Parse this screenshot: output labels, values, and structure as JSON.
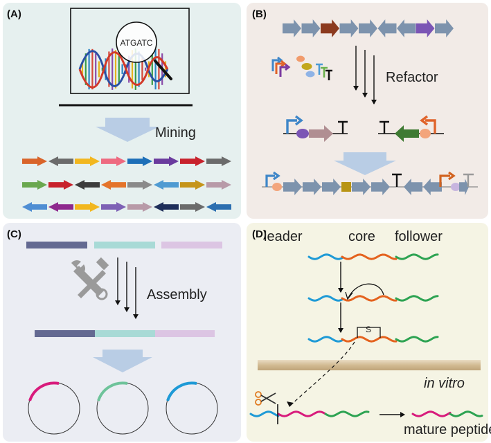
{
  "panels": {
    "a": {
      "label": "(A)",
      "magnifier_text": "ATGATC",
      "step_label": "Mining",
      "rows": [
        [
          [
            "r",
            "#d9642a"
          ],
          [
            "l",
            "#6b6b6b"
          ],
          [
            "r",
            "#f2b71f"
          ],
          [
            "r",
            "#ee6a80"
          ],
          [
            "r",
            "#1d6fb8"
          ],
          [
            "r",
            "#6a3b9e"
          ],
          [
            "r",
            "#c8222c"
          ],
          [
            "r",
            "#6b6b6b"
          ]
        ],
        [
          [
            "r",
            "#6aa84f"
          ],
          [
            "r",
            "#c8222c"
          ],
          [
            "l",
            "#3d3d3d"
          ],
          [
            "l",
            "#e4742b"
          ],
          [
            "r",
            "#8a8a8a"
          ],
          [
            "l",
            "#4f9bd2"
          ],
          [
            "r",
            "#c5951a"
          ],
          [
            "r",
            "#b89aa8"
          ]
        ],
        [
          [
            "l",
            "#4f8ed3"
          ],
          [
            "l",
            "#8e2a8e"
          ],
          [
            "r",
            "#f2b71f"
          ],
          [
            "r",
            "#7e61b5"
          ],
          [
            "r",
            "#b89aa8"
          ],
          [
            "l",
            "#1f2f5a"
          ],
          [
            "r",
            "#6b6b6b"
          ],
          [
            "l",
            "#2c6fb0"
          ]
        ]
      ]
    },
    "b": {
      "label": "(B)",
      "step_label": "Refactor"
    },
    "c": {
      "label": "(C)",
      "step_label": "Assembly"
    },
    "d": {
      "label": "(D)",
      "leader_label": "leader",
      "core_label": "core",
      "follower_label": "follower",
      "sulfur_label": "S",
      "in_vitro_label": "in vitro",
      "product_label": "mature peptide"
    }
  },
  "colors": {
    "panel_a_bg": "#e6f0ef",
    "panel_b_bg": "#f2ebe7",
    "panel_c_bg": "#ebedf3",
    "panel_d_bg": "#f5f4e4",
    "gene_blue_grey": "#7d93ad",
    "leader": "#1e9ad6",
    "core": "#e4621e",
    "follower": "#2da352",
    "modified_core": "#d81b7c",
    "big_arrow": "#b9cde5"
  },
  "icons": [
    "dna-helix-icon",
    "magnifier-icon",
    "tools-icon",
    "scissors-icon",
    "promoter-icon",
    "terminator-icon",
    "plasmid-icon"
  ]
}
